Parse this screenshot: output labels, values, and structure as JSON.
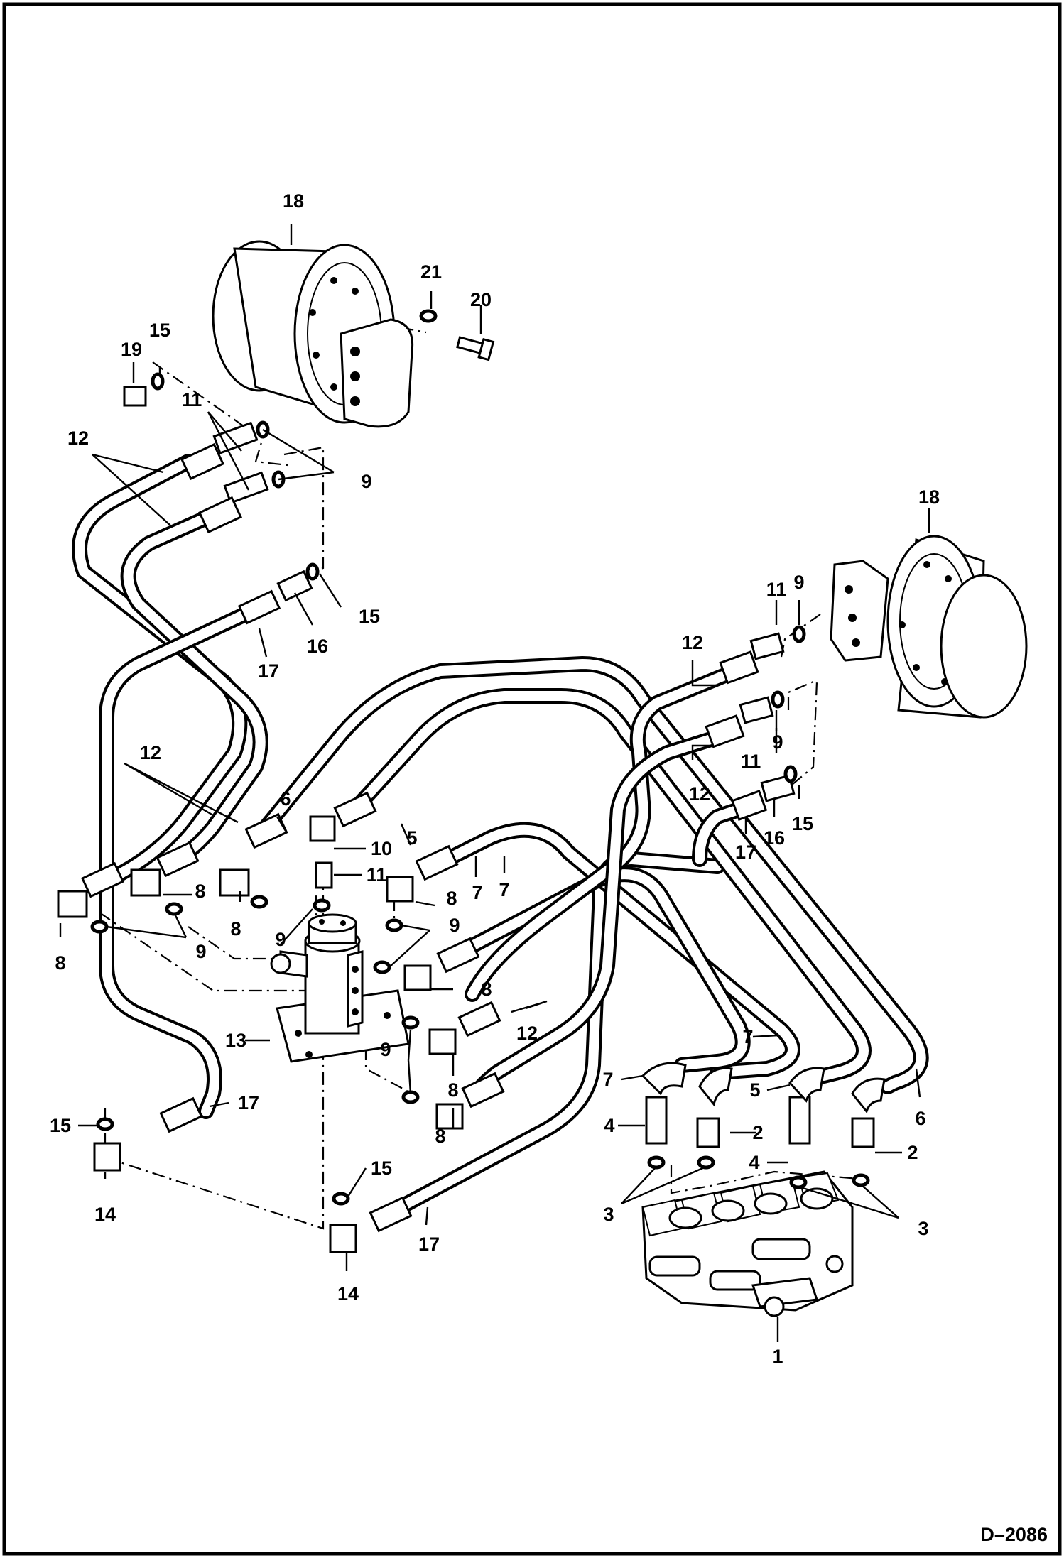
{
  "diagram": {
    "drawing_code": "D–2086",
    "callouts": {
      "c1": "1",
      "c2": "2",
      "c3": "3",
      "c4": "4",
      "c5": "5",
      "c6": "6",
      "c7": "7",
      "c8": "8",
      "c9": "9",
      "c10": "10",
      "c11": "11",
      "c12": "12",
      "c13": "13",
      "c14": "14",
      "c15": "15",
      "c16": "16",
      "c17": "17",
      "c18": "18",
      "c19": "19",
      "c20": "20",
      "c21": "21"
    }
  }
}
